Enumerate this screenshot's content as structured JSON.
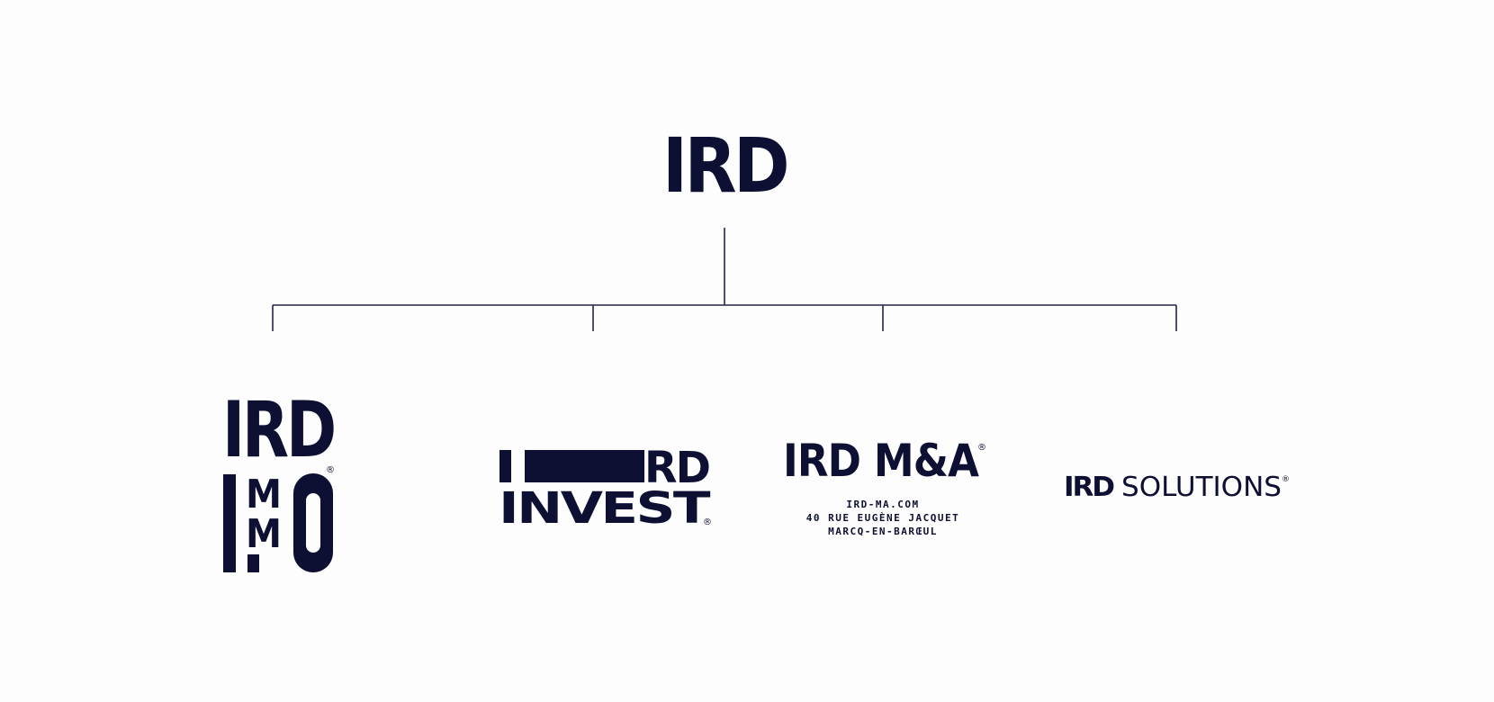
{
  "colors": {
    "ink": "#0d0f33",
    "line": "#22244a",
    "background": "#fdfdfd"
  },
  "root": {
    "logo_text": "IRD"
  },
  "children": [
    {
      "id": "immo",
      "lines": [
        "IRD",
        "IMMO"
      ],
      "registered": "®"
    },
    {
      "id": "invest",
      "top": "RD",
      "bottom": "INVEST",
      "registered": "®"
    },
    {
      "id": "ma",
      "title": "IRD M&A",
      "registered": "®",
      "address_lines": [
        "IRD-MA.COM",
        "40 RUE EUGÈNE JACQUET",
        "MARCQ-EN-BARŒUL"
      ]
    },
    {
      "id": "solutions",
      "mark": "IRD",
      "word": "SOLUTIONS",
      "registered": "®"
    }
  ]
}
